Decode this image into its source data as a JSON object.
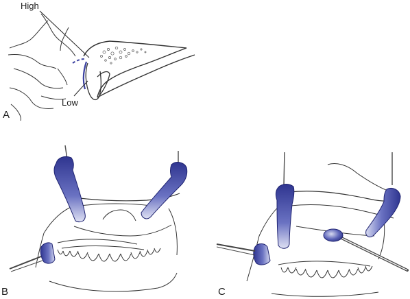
{
  "panels": {
    "a": "A",
    "b": "B",
    "c": "C"
  },
  "annotations": {
    "high": "High",
    "low": "Low"
  },
  "colors": {
    "retractor_dark": "#2f3590",
    "retractor_mid": "#5b63b8",
    "retractor_light": "#c9cde9",
    "line": "#222222"
  }
}
